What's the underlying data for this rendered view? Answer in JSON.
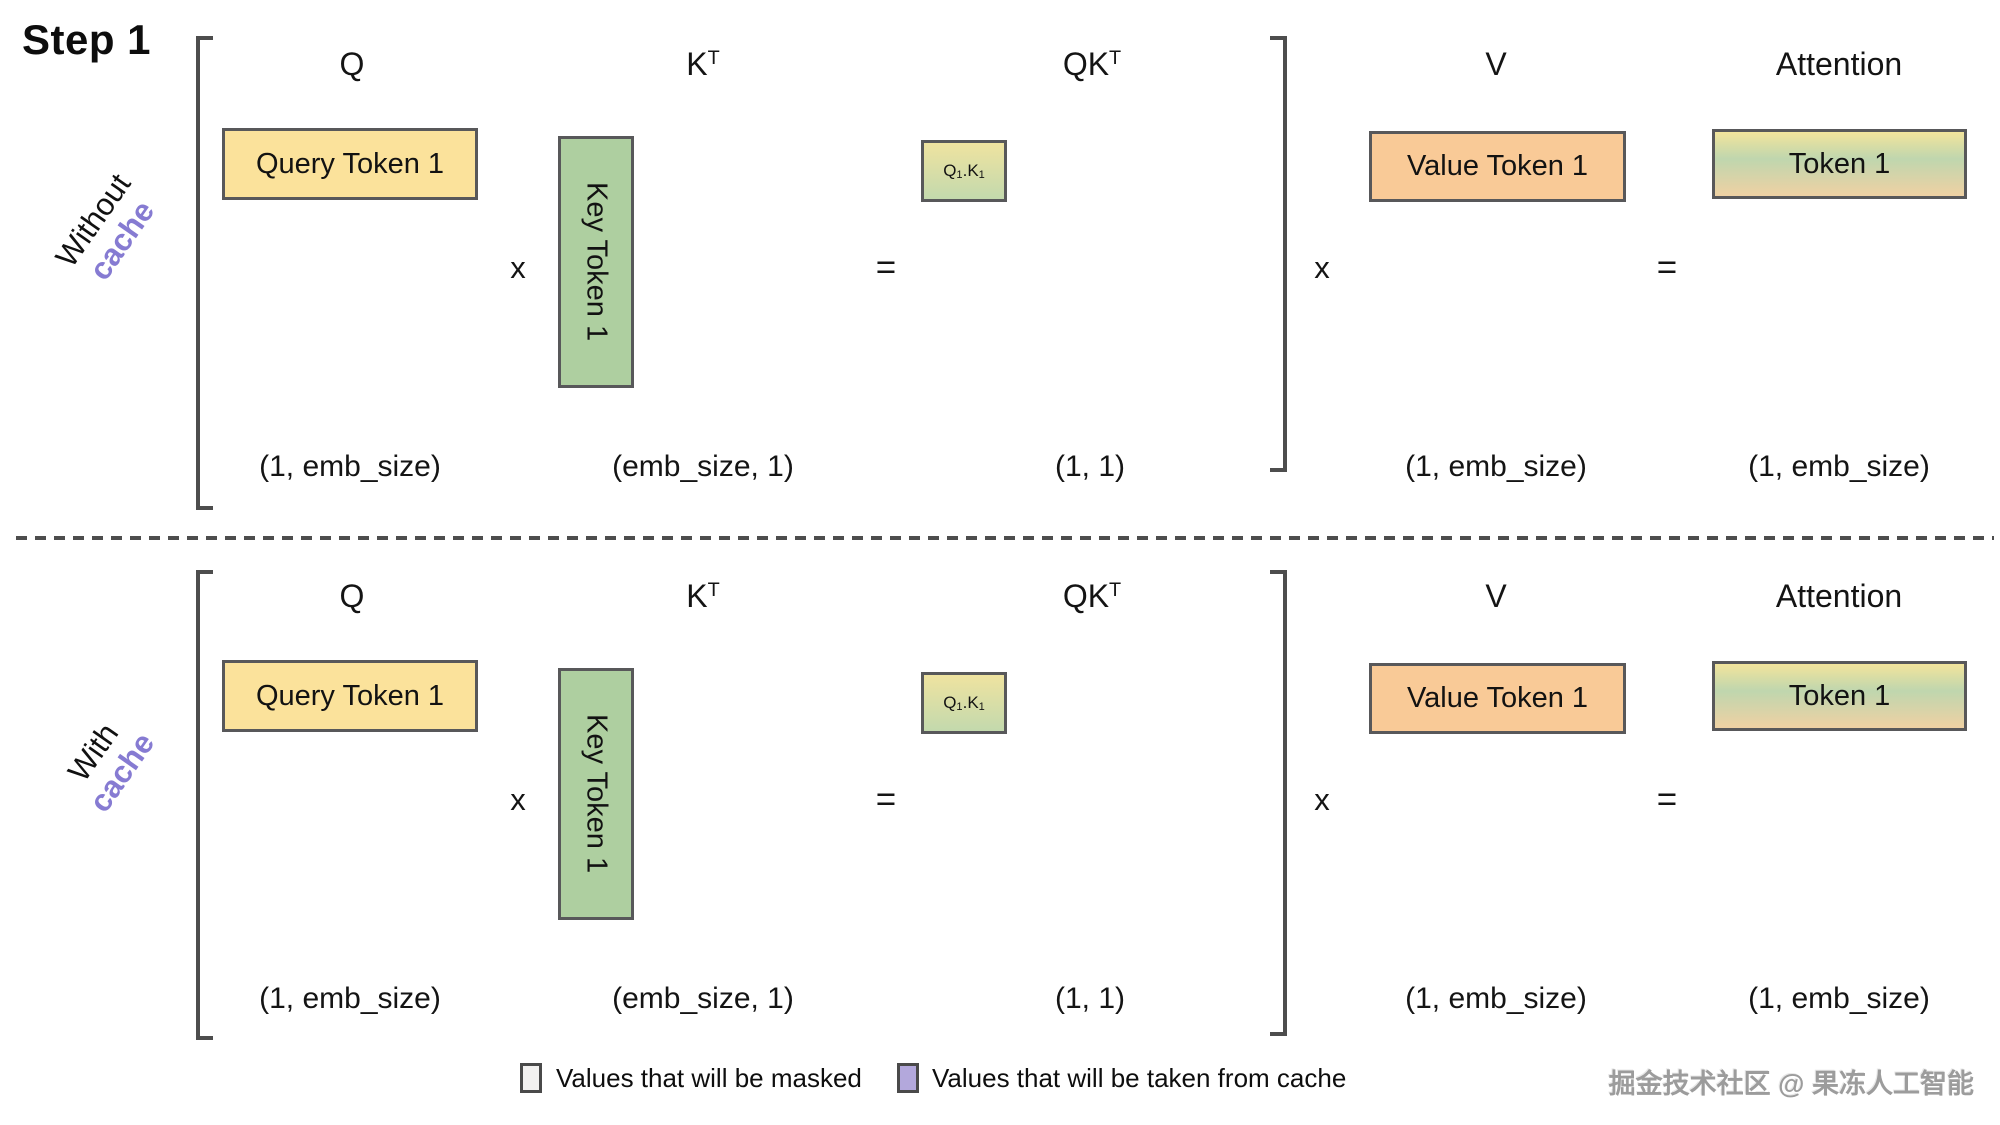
{
  "title": "Step 1",
  "sections": [
    {
      "label_line1": "Without",
      "label_line2": "cache",
      "headers": {
        "q": "Q",
        "k_base": "K",
        "k_sup": "T",
        "qk_base": "QK",
        "qk_sup": "T",
        "v": "V",
        "attention": "Attention"
      },
      "boxes": {
        "query": "Query Token 1",
        "key": "Key Token 1",
        "qk": {
          "q": "Q",
          "q_sub": "1",
          "dot": ".",
          "k": "K",
          "k_sub": "1"
        },
        "value": "Value Token 1",
        "attention": "Token 1"
      },
      "ops": {
        "mul1": "x",
        "eq1": "=",
        "mul2": "x",
        "eq2": "="
      },
      "dims": {
        "q": "(1, emb_size)",
        "k": "(emb_size, 1)",
        "qk": "(1, 1)",
        "v": "(1, emb_size)",
        "attention": "(1, emb_size)"
      }
    },
    {
      "label_line1": "With",
      "label_line2": "cache",
      "headers": {
        "q": "Q",
        "k_base": "K",
        "k_sup": "T",
        "qk_base": "QK",
        "qk_sup": "T",
        "v": "V",
        "attention": "Attention"
      },
      "boxes": {
        "query": "Query Token 1",
        "key": "Key Token 1",
        "qk": {
          "q": "Q",
          "q_sub": "1",
          "dot": ".",
          "k": "K",
          "k_sub": "1"
        },
        "value": "Value Token 1",
        "attention": "Token 1"
      },
      "ops": {
        "mul1": "x",
        "eq1": "=",
        "mul2": "x",
        "eq2": "="
      },
      "dims": {
        "q": "(1, emb_size)",
        "k": "(emb_size, 1)",
        "qk": "(1, 1)",
        "v": "(1, emb_size)",
        "attention": "(1, emb_size)"
      }
    }
  ],
  "legend": {
    "masked": "Values that will be masked",
    "from_cache": "Values that will be taken from cache"
  },
  "watermark": "掘金技术社区 @ 果冻人工智能",
  "colors": {
    "query_yellow": "#FBE29B",
    "key_green": "#AECFA0",
    "value_orange": "#F9CA97",
    "qk_top": "#EFE3A0",
    "qk_bottom": "#C3D9AD",
    "att_top": "#F2E49C",
    "att_mid": "#BFD6AE",
    "att_bottom": "#EFD1A3",
    "cache_purple": "#867BD2",
    "legend_masked": "#F2F1F0",
    "legend_cache": "#B3A8DC",
    "border_dark": "#58585A",
    "bracket": "#4D4D4D"
  }
}
